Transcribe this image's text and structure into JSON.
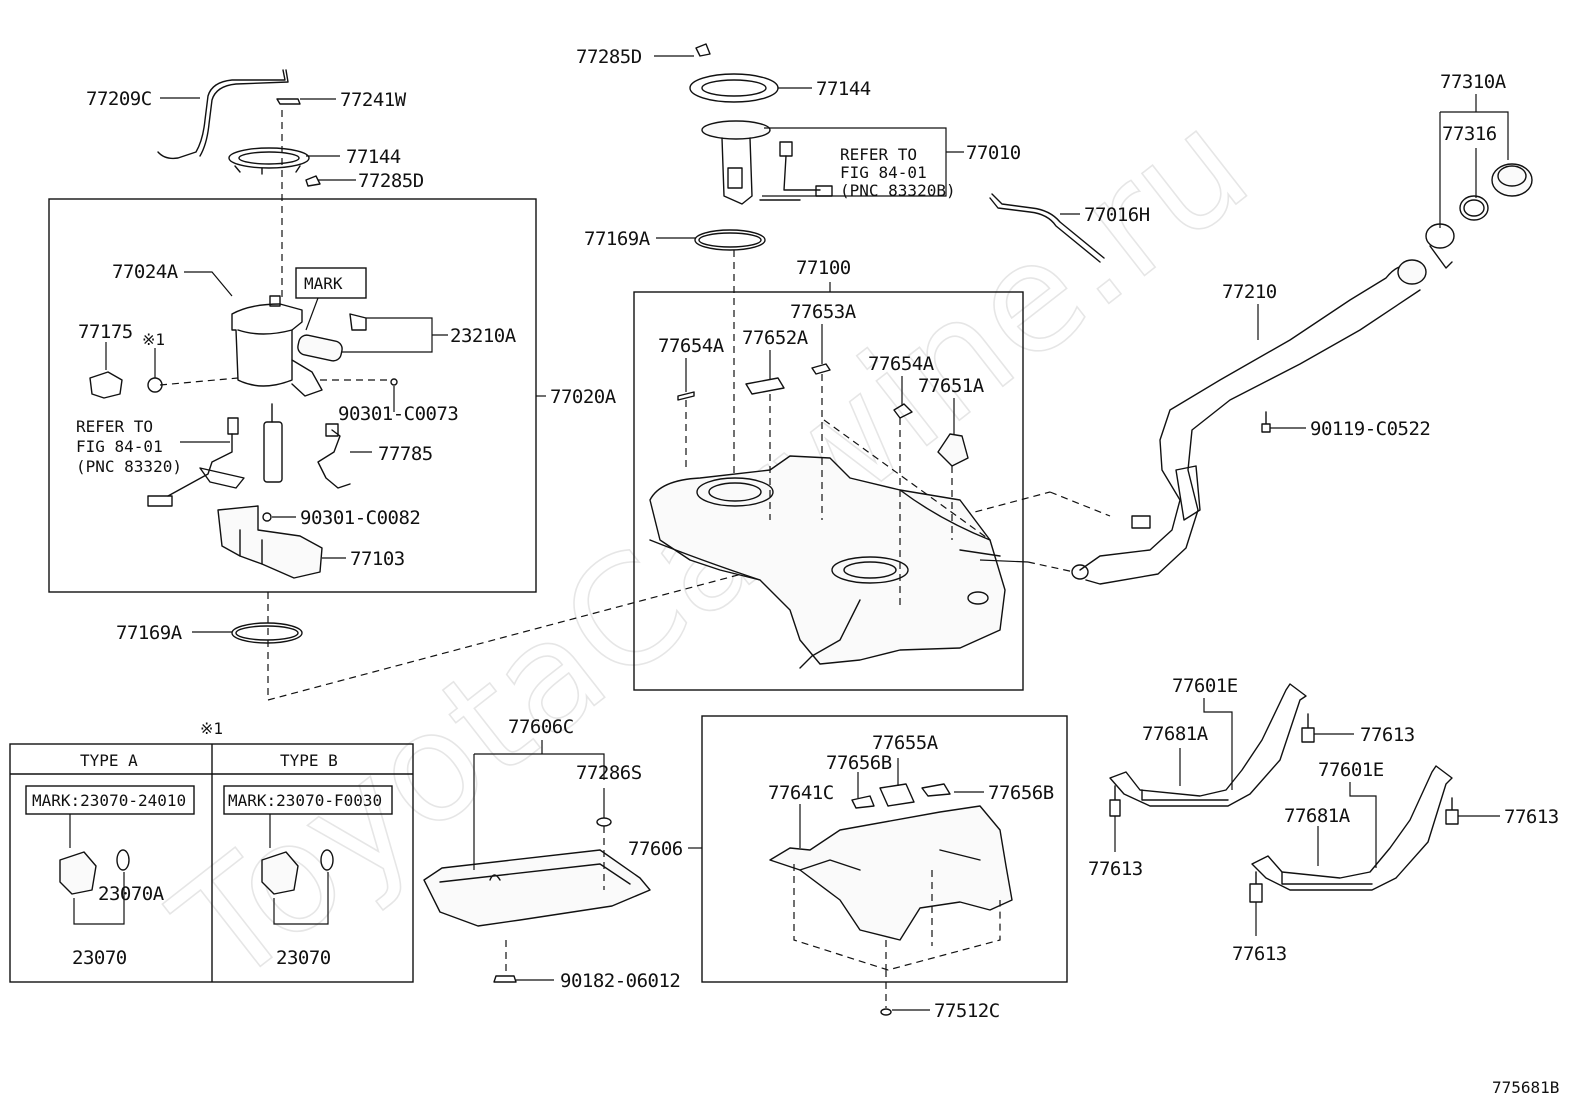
{
  "watermark": "ToyotaCarwine.ru",
  "figure_id": "775681B",
  "labels": {
    "p77209C": "77209C",
    "p77241W": "77241W",
    "p77144a": "77144",
    "p77285Da": "77285D",
    "p77024A": "77024A",
    "mark": "MARK",
    "p23210A": "23210A",
    "p77175": "77175",
    "note1a": "※1",
    "p90301C0073": "90301-C0073",
    "p77020A": "77020A",
    "refer1_l1": "REFER TO",
    "refer1_l2": "FIG 84-01",
    "refer1_l3": "(PNC 83320)",
    "p77785": "77785",
    "p90301C0082": "90301-C0082",
    "p77103": "77103",
    "p77169Ab": "77169A",
    "p77285Db": "77285D",
    "p77144b": "77144",
    "refer2_l1": "REFER TO",
    "refer2_l2": "FIG 84-01",
    "refer2_l3": "(PNC 83320B)",
    "p77010": "77010",
    "p77016H": "77016H",
    "p77169Aa": "77169A",
    "p77100": "77100",
    "p77653A": "77653A",
    "p77654Aa": "77654A",
    "p77652A": "77652A",
    "p77654Ab": "77654A",
    "p77651A": "77651A",
    "p77310A": "77310A",
    "p77316": "77316",
    "p77210": "77210",
    "p90119C0522": "90119-C0522",
    "note1b": "※1",
    "typeA": "TYPE A",
    "typeB": "TYPE B",
    "markA": "MARK:23070-24010",
    "markB": "MARK:23070-F0030",
    "p23070Aa": "23070A",
    "p23070a": "23070",
    "p23070b": "23070",
    "p77606C": "77606C",
    "p77286S": "77286S",
    "p77606": "77606",
    "p90182": "90182-06012",
    "p77655A": "77655A",
    "p77656Ba": "77656B",
    "p77656Bb": "77656B",
    "p77641C": "77641C",
    "p77512C": "77512C",
    "p77601Ea": "77601E",
    "p77681Aa": "77681A",
    "p77613a": "77613",
    "p77613b": "77613",
    "p77601Eb": "77601E",
    "p77681Ab": "77681A",
    "p77613c": "77613",
    "p77613d": "77613"
  }
}
